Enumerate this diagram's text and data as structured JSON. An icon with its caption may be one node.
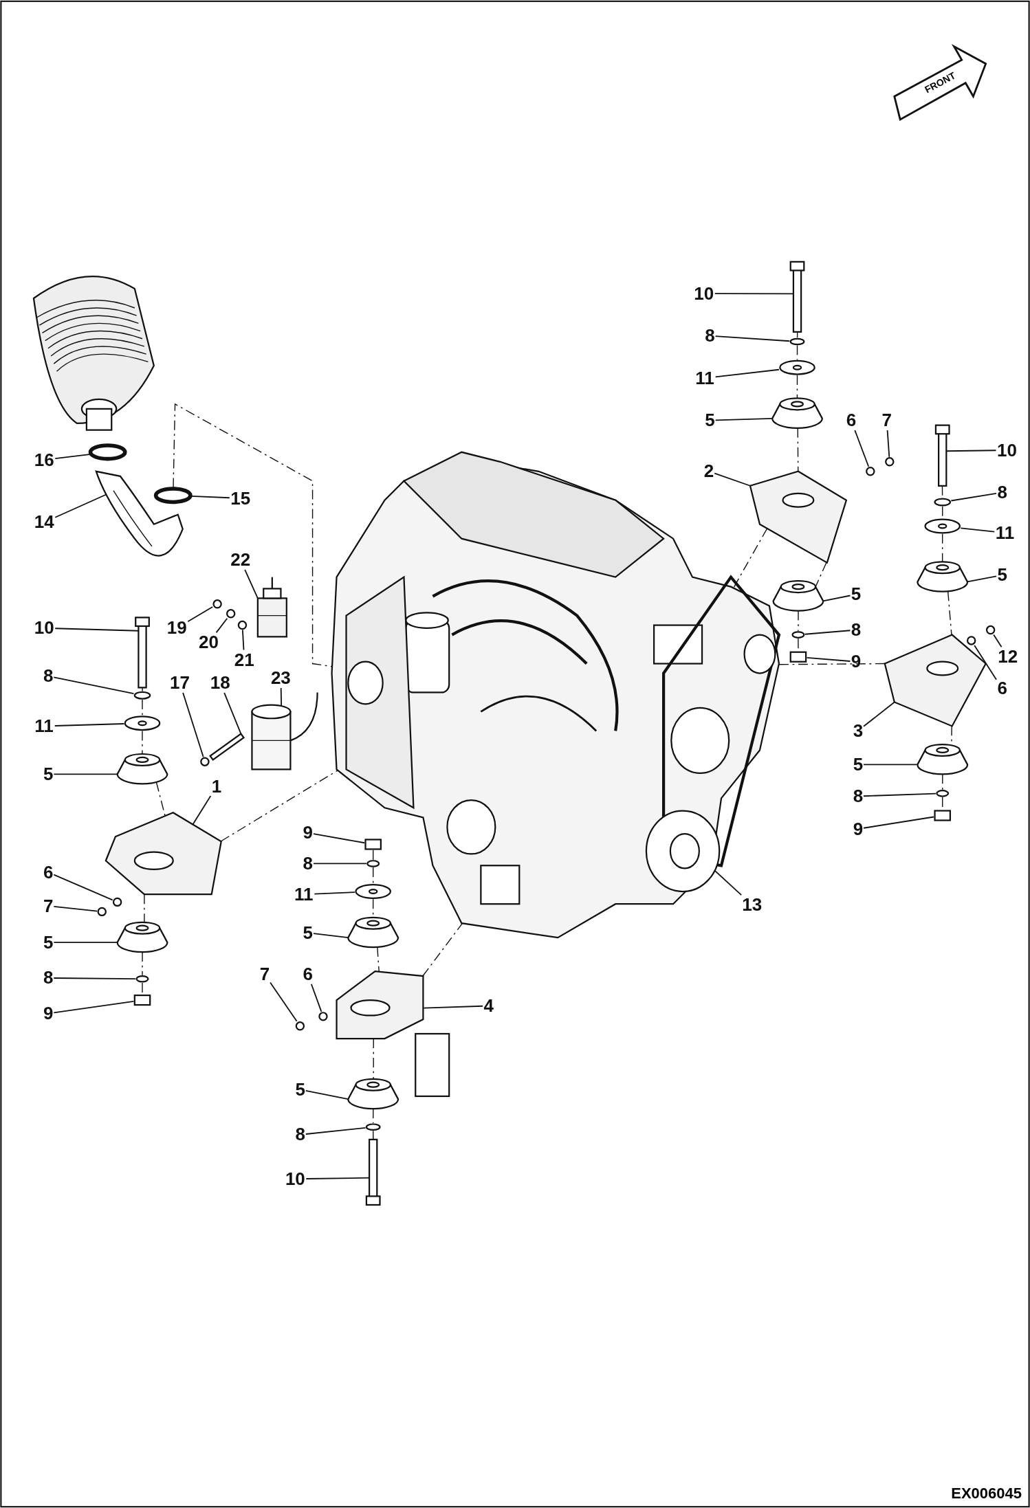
{
  "diagram": {
    "nodes": [
      {
        "text": [
          "10"
        ]
      },
      {
        "text": [
          "8"
        ]
      },
      {
        "text": [
          "11"
        ]
      },
      {
        "text": [
          "5"
        ]
      },
      {
        "text": [
          "6"
        ]
      },
      {
        "text": [
          "7"
        ]
      },
      {
        "text": [
          "2"
        ]
      },
      {
        "text": [
          "10"
        ]
      },
      {
        "text": [
          "8"
        ]
      },
      {
        "text": [
          "11"
        ]
      },
      {
        "text": [
          "5"
        ]
      },
      {
        "text": [
          "5"
        ]
      },
      {
        "text": [
          "8"
        ]
      },
      {
        "text": [
          "9"
        ]
      },
      {
        "text": [
          "12"
        ]
      },
      {
        "text": [
          "6"
        ]
      },
      {
        "text": [
          "3"
        ]
      },
      {
        "text": [
          "5"
        ]
      },
      {
        "text": [
          "8"
        ]
      },
      {
        "text": [
          "9"
        ]
      },
      {
        "text": [
          "13"
        ]
      },
      {
        "text": [
          "16"
        ]
      },
      {
        "text": [
          "14"
        ]
      },
      {
        "text": [
          "15"
        ]
      },
      {
        "text": [
          "22"
        ]
      },
      {
        "text": [
          "19"
        ]
      },
      {
        "text": [
          "20"
        ]
      },
      {
        "text": [
          "21"
        ]
      },
      {
        "text": [
          "10"
        ]
      },
      {
        "text": [
          "8"
        ]
      },
      {
        "text": [
          "11"
        ]
      },
      {
        "text": [
          "5"
        ]
      },
      {
        "text": [
          "17"
        ]
      },
      {
        "text": [
          "18"
        ]
      },
      {
        "text": [
          "23"
        ]
      },
      {
        "text": [
          "1"
        ]
      },
      {
        "text": [
          "6"
        ]
      },
      {
        "text": [
          "7"
        ]
      },
      {
        "text": [
          "5"
        ]
      },
      {
        "text": [
          "8"
        ]
      },
      {
        "text": [
          "9"
        ]
      },
      {
        "text": [
          "9"
        ]
      },
      {
        "text": [
          "8"
        ]
      },
      {
        "text": [
          "11"
        ]
      },
      {
        "text": [
          "5"
        ]
      },
      {
        "text": [
          "7"
        ]
      },
      {
        "text": [
          "6"
        ]
      },
      {
        "text": [
          "4"
        ]
      },
      {
        "text": [
          "5"
        ]
      },
      {
        "text": [
          "8"
        ]
      },
      {
        "text": [
          "10"
        ]
      },
      {
        "text": [],
        "shape": "bar"
      },
      {
        "text": [],
        "shape": "circle"
      },
      {
        "text": [],
        "shape": "circle"
      },
      {
        "text": [],
        "shape": "cylinder"
      },
      {
        "text": [],
        "shape": "circle"
      },
      {
        "text": [],
        "shape": "circle"
      },
      {
        "text": [],
        "shape": "picture"
      },
      {
        "text": [],
        "shape": "bar"
      },
      {
        "text": [],
        "shape": "circle"
      },
      {
        "text": [],
        "shape": "circle"
      },
      {
        "text": [],
        "shape": "cylinder"
      },
      {
        "text": [],
        "shape": "cylinder"
      },
      {
        "text": [],
        "shape": "circle"
      },
      {
        "text": [],
        "shape": "box"
      },
      {
        "text": [],
        "shape": "circle"
      },
      {
        "text": [],
        "shape": "circle"
      },
      {
        "text": [],
        "shape": "picture"
      },
      {
        "text": [],
        "shape": "cylinder"
      },
      {
        "text": [],
        "shape": "circle"
      },
      {
        "text": [],
        "shape": "box"
      },
      {
        "text": [],
        "shape": "picture"
      },
      {
        "text": [],
        "shape": "circle"
      },
      {
        "text": [],
        "shape": "picture"
      },
      {
        "text": [],
        "shape": "circle"
      },
      {
        "text": [],
        "shape": "picture"
      },
      {
        "text": [],
        "shape": "circle"
      },
      {
        "text": [],
        "shape": "circle"
      },
      {
        "text": [],
        "shape": "circle"
      },
      {
        "text": [],
        "shape": "bar"
      },
      {
        "text": [],
        "shape": "circle"
      },
      {
        "text": [],
        "shape": "circle"
      },
      {
        "text": [],
        "shape": "cylinder"
      },
      {
        "text": [],
        "shape": "circle"
      },
      {
        "text": [],
        "shape": "bar"
      },
      {
        "text": [],
        "shape": "picture"
      },
      {
        "text": [],
        "shape": "picture"
      },
      {
        "text": [],
        "shape": "circle"
      },
      {
        "text": [],
        "shape": "circle"
      },
      {
        "text": [],
        "shape": "cylinder"
      },
      {
        "text": [],
        "shape": "circle"
      },
      {
        "text": [],
        "shape": "box"
      },
      {
        "text": [],
        "shape": "box"
      },
      {
        "text": [],
        "shape": "circle"
      },
      {
        "text": [],
        "shape": "circle"
      },
      {
        "text": [],
        "shape": "cylinder"
      },
      {
        "text": [],
        "shape": "circle"
      },
      {
        "text": [],
        "shape": "circle"
      },
      {
        "text": [],
        "shape": "picture"
      },
      {
        "text": [],
        "shape": "cylinder"
      },
      {
        "text": [],
        "shape": "circle"
      },
      {
        "text": [],
        "shape": "bar"
      }
    ],
    "edges": [
      {
        "from": 0,
        "to": 51,
        "arrow": "none"
      },
      {
        "from": 1,
        "to": 52,
        "arrow": "none"
      },
      {
        "from": 2,
        "to": 53,
        "arrow": "none"
      },
      {
        "from": 3,
        "to": 54,
        "arrow": "none"
      },
      {
        "from": 4,
        "to": 55,
        "arrow": "none"
      },
      {
        "from": 5,
        "to": 56,
        "arrow": "none"
      },
      {
        "from": 6,
        "to": 57,
        "arrow": "none"
      },
      {
        "from": 7,
        "to": 58,
        "arrow": "none"
      },
      {
        "from": 8,
        "to": 59,
        "arrow": "none"
      },
      {
        "from": 9,
        "to": 60,
        "arrow": "none"
      },
      {
        "from": 10,
        "to": 61,
        "arrow": "none"
      },
      {
        "from": 11,
        "to": 62,
        "arrow": "none"
      },
      {
        "from": 12,
        "to": 63,
        "arrow": "none"
      },
      {
        "from": 13,
        "to": 64,
        "arrow": "none"
      },
      {
        "from": 14,
        "to": 65,
        "arrow": "none"
      },
      {
        "from": 15,
        "to": 66,
        "arrow": "none"
      },
      {
        "from": 16,
        "to": 67,
        "arrow": "none"
      },
      {
        "from": 17,
        "to": 68,
        "arrow": "none"
      },
      {
        "from": 18,
        "to": 69,
        "arrow": "none"
      },
      {
        "from": 19,
        "to": 70,
        "arrow": "none"
      },
      {
        "from": 20,
        "to": 71,
        "arrow": "none"
      },
      {
        "from": 21,
        "to": 72,
        "arrow": "none"
      },
      {
        "from": 22,
        "to": 73,
        "arrow": "none"
      },
      {
        "from": 23,
        "to": 74,
        "arrow": "none"
      },
      {
        "from": 24,
        "to": 75,
        "arrow": "none"
      },
      {
        "from": 25,
        "to": 76,
        "arrow": "none"
      },
      {
        "from": 26,
        "to": 77,
        "arrow": "none"
      },
      {
        "from": 27,
        "to": 78,
        "arrow": "none"
      },
      {
        "from": 28,
        "to": 79,
        "arrow": "none"
      },
      {
        "from": 29,
        "to": 80,
        "arrow": "none"
      },
      {
        "from": 30,
        "to": 81,
        "arrow": "none"
      },
      {
        "from": 31,
        "to": 82,
        "arrow": "none"
      },
      {
        "from": 32,
        "to": 83,
        "arrow": "none"
      },
      {
        "from": 33,
        "to": 84,
        "arrow": "none"
      },
      {
        "from": 34,
        "to": 85,
        "arrow": "none"
      },
      {
        "from": 35,
        "to": 86,
        "arrow": "none"
      },
      {
        "from": 36,
        "to": 87,
        "arrow": "none"
      },
      {
        "from": 37,
        "to": 88,
        "arrow": "none"
      },
      {
        "from": 38,
        "to": 89,
        "arrow": "none"
      },
      {
        "from": 39,
        "to": 90,
        "arrow": "none"
      },
      {
        "from": 40,
        "to": 91,
        "arrow": "none"
      },
      {
        "from": 41,
        "to": 92,
        "arrow": "none"
      },
      {
        "from": 42,
        "to": 93,
        "arrow": "none"
      },
      {
        "from": 43,
        "to": 94,
        "arrow": "none"
      },
      {
        "from": 44,
        "to": 95,
        "arrow": "none"
      },
      {
        "from": 45,
        "to": 96,
        "arrow": "none"
      },
      {
        "from": 46,
        "to": 97,
        "arrow": "none"
      },
      {
        "from": 47,
        "to": 98,
        "arrow": "none"
      },
      {
        "from": 48,
        "to": 99,
        "arrow": "none"
      },
      {
        "from": 49,
        "to": 100,
        "arrow": "none"
      },
      {
        "from": 50,
        "to": 101,
        "arrow": "none"
      },
      {
        "from": 51,
        "to": 52,
        "arrow": "none",
        "style": "dashed"
      },
      {
        "from": 52,
        "to": 53,
        "arrow": "none",
        "style": "dashed"
      },
      {
        "from": 53,
        "to": 54,
        "arrow": "none",
        "style": "dashed"
      },
      {
        "from": 54,
        "to": 57,
        "arrow": "none",
        "style": "dashed"
      },
      {
        "from": 57,
        "to": 62,
        "arrow": "none",
        "style": "dashed"
      },
      {
        "from": 62,
        "to": 63,
        "arrow": "none",
        "style": "dashed"
      },
      {
        "from": 63,
        "to": 64,
        "arrow": "none",
        "style": "dashed"
      },
      {
        "from": 58,
        "to": 59,
        "arrow": "none",
        "style": "dashed"
      },
      {
        "from": 59,
        "to": 60,
        "arrow": "none",
        "style": "dashed"
      },
      {
        "from": 60,
        "to": 61,
        "arrow": "none",
        "style": "dashed"
      },
      {
        "from": 61,
        "to": 67,
        "arrow": "none",
        "style": "dashed"
      },
      {
        "from": 67,
        "to": 68,
        "arrow": "none",
        "style": "dashed"
      },
      {
        "from": 68,
        "to": 69,
        "arrow": "none",
        "style": "dashed"
      },
      {
        "from": 69,
        "to": 70,
        "arrow": "none",
        "style": "dashed"
      },
      {
        "from": 79,
        "to": 80,
        "arrow": "none",
        "style": "dashed"
      },
      {
        "from": 80,
        "to": 81,
        "arrow": "none",
        "style": "dashed"
      },
      {
        "from": 81,
        "to": 82,
        "arrow": "none",
        "style": "dashed"
      },
      {
        "from": 82,
        "to": 86,
        "arrow": "none",
        "style": "dashed"
      },
      {
        "from": 86,
        "to": 89,
        "arrow": "none",
        "style": "dashed"
      },
      {
        "from": 89,
        "to": 90,
        "arrow": "none",
        "style": "dashed"
      },
      {
        "from": 90,
        "to": 91,
        "arrow": "none",
        "style": "dashed"
      },
      {
        "from": 92,
        "to": 93,
        "arrow": "none",
        "style": "dashed"
      },
      {
        "from": 93,
        "to": 94,
        "arrow": "none",
        "style": "dashed"
      },
      {
        "from": 94,
        "to": 95,
        "arrow": "none",
        "style": "dashed"
      },
      {
        "from": 95,
        "to": 98,
        "arrow": "none",
        "style": "dashed"
      },
      {
        "from": 98,
        "to": 99,
        "arrow": "none",
        "style": "dashed"
      },
      {
        "from": 99,
        "to": 100,
        "arrow": "none",
        "style": "dashed"
      },
      {
        "from": 100,
        "to": 101,
        "arrow": "none",
        "style": "dashed"
      },
      {
        "from": 86,
        "to": 71,
        "arrow": "none",
        "style": "dashed"
      },
      {
        "from": 57,
        "to": 71,
        "arrow": "none",
        "style": "dashed"
      },
      {
        "from": 67,
        "to": 71,
        "arrow": "none",
        "style": "dashed"
      },
      {
        "from": 98,
        "to": 71,
        "arrow": "none",
        "style": "dashed"
      },
      {
        "from": 74,
        "to": 71,
        "arrow": "none",
        "style": "dashed"
      }
    ],
    "labels": [
      "FRONT",
      "EX006045"
    ]
  }
}
